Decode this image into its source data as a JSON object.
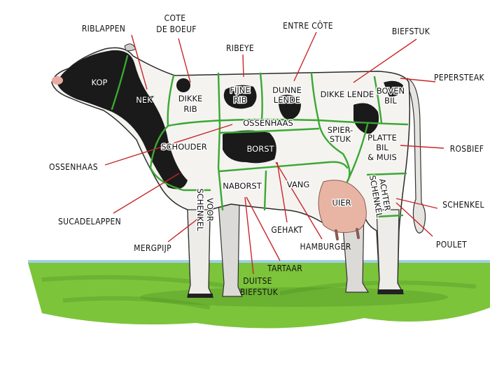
{
  "inner_labels": {
    "kop": "KOP",
    "nek": "NEK",
    "dikke_rib": [
      "DIKKE",
      "RIB"
    ],
    "fijne_rib": [
      "FIJNE",
      "RIB"
    ],
    "dunne_lende": [
      "DUNNE",
      "LENDE"
    ],
    "dikke_lende": "DIKKE LENDE",
    "boven_bil": [
      "BOVEN",
      "BIL"
    ],
    "ossenhaas": "OSSENHAAS",
    "spierstuk": [
      "SPIER-",
      "STUK"
    ],
    "platte_bil": [
      "PLATTE",
      "BIL",
      "& MUIS"
    ],
    "schouder": "SCHOUDER",
    "borst": "BORST",
    "naborst": "NABORST",
    "vang": "VANG",
    "uier": "UIER",
    "voor_schenkel": [
      "VOOR",
      "SCHENKEL"
    ],
    "achter_schenkel": [
      "ACHTER",
      "SCHENKEL"
    ]
  },
  "outer_labels": {
    "riblappen": "RIBLAPPEN",
    "cote_de_boeuf": [
      "COTE",
      "DE BOEUF"
    ],
    "ribeye": "RIBEYE",
    "entre_cote": "ENTRE CÔTE",
    "biefstuk": "BIEFSTUK",
    "pepersteak": "PEPERSTEAK",
    "rosbief": "ROSBIEF",
    "ossenhaas": "OSSENHAAS",
    "sucadelappen": "SUCADELAPPEN",
    "mergpijp": "MERGPIJP",
    "gehakt": "GEHAKT",
    "hamburger": "HAMBURGER",
    "tartaar": "TARTAAR",
    "duitse_biefstuk": [
      "DUITSE",
      "BIEFSTUK"
    ],
    "schenkel": "SCHENKEL",
    "poulet": "POULET"
  },
  "colors": {
    "cut_lines": "#3aa832",
    "leader_lines": "#c8262a",
    "grass": "#7cc43a",
    "hide_spots": "#1a1a1a",
    "udder": "#e8b4a4"
  }
}
